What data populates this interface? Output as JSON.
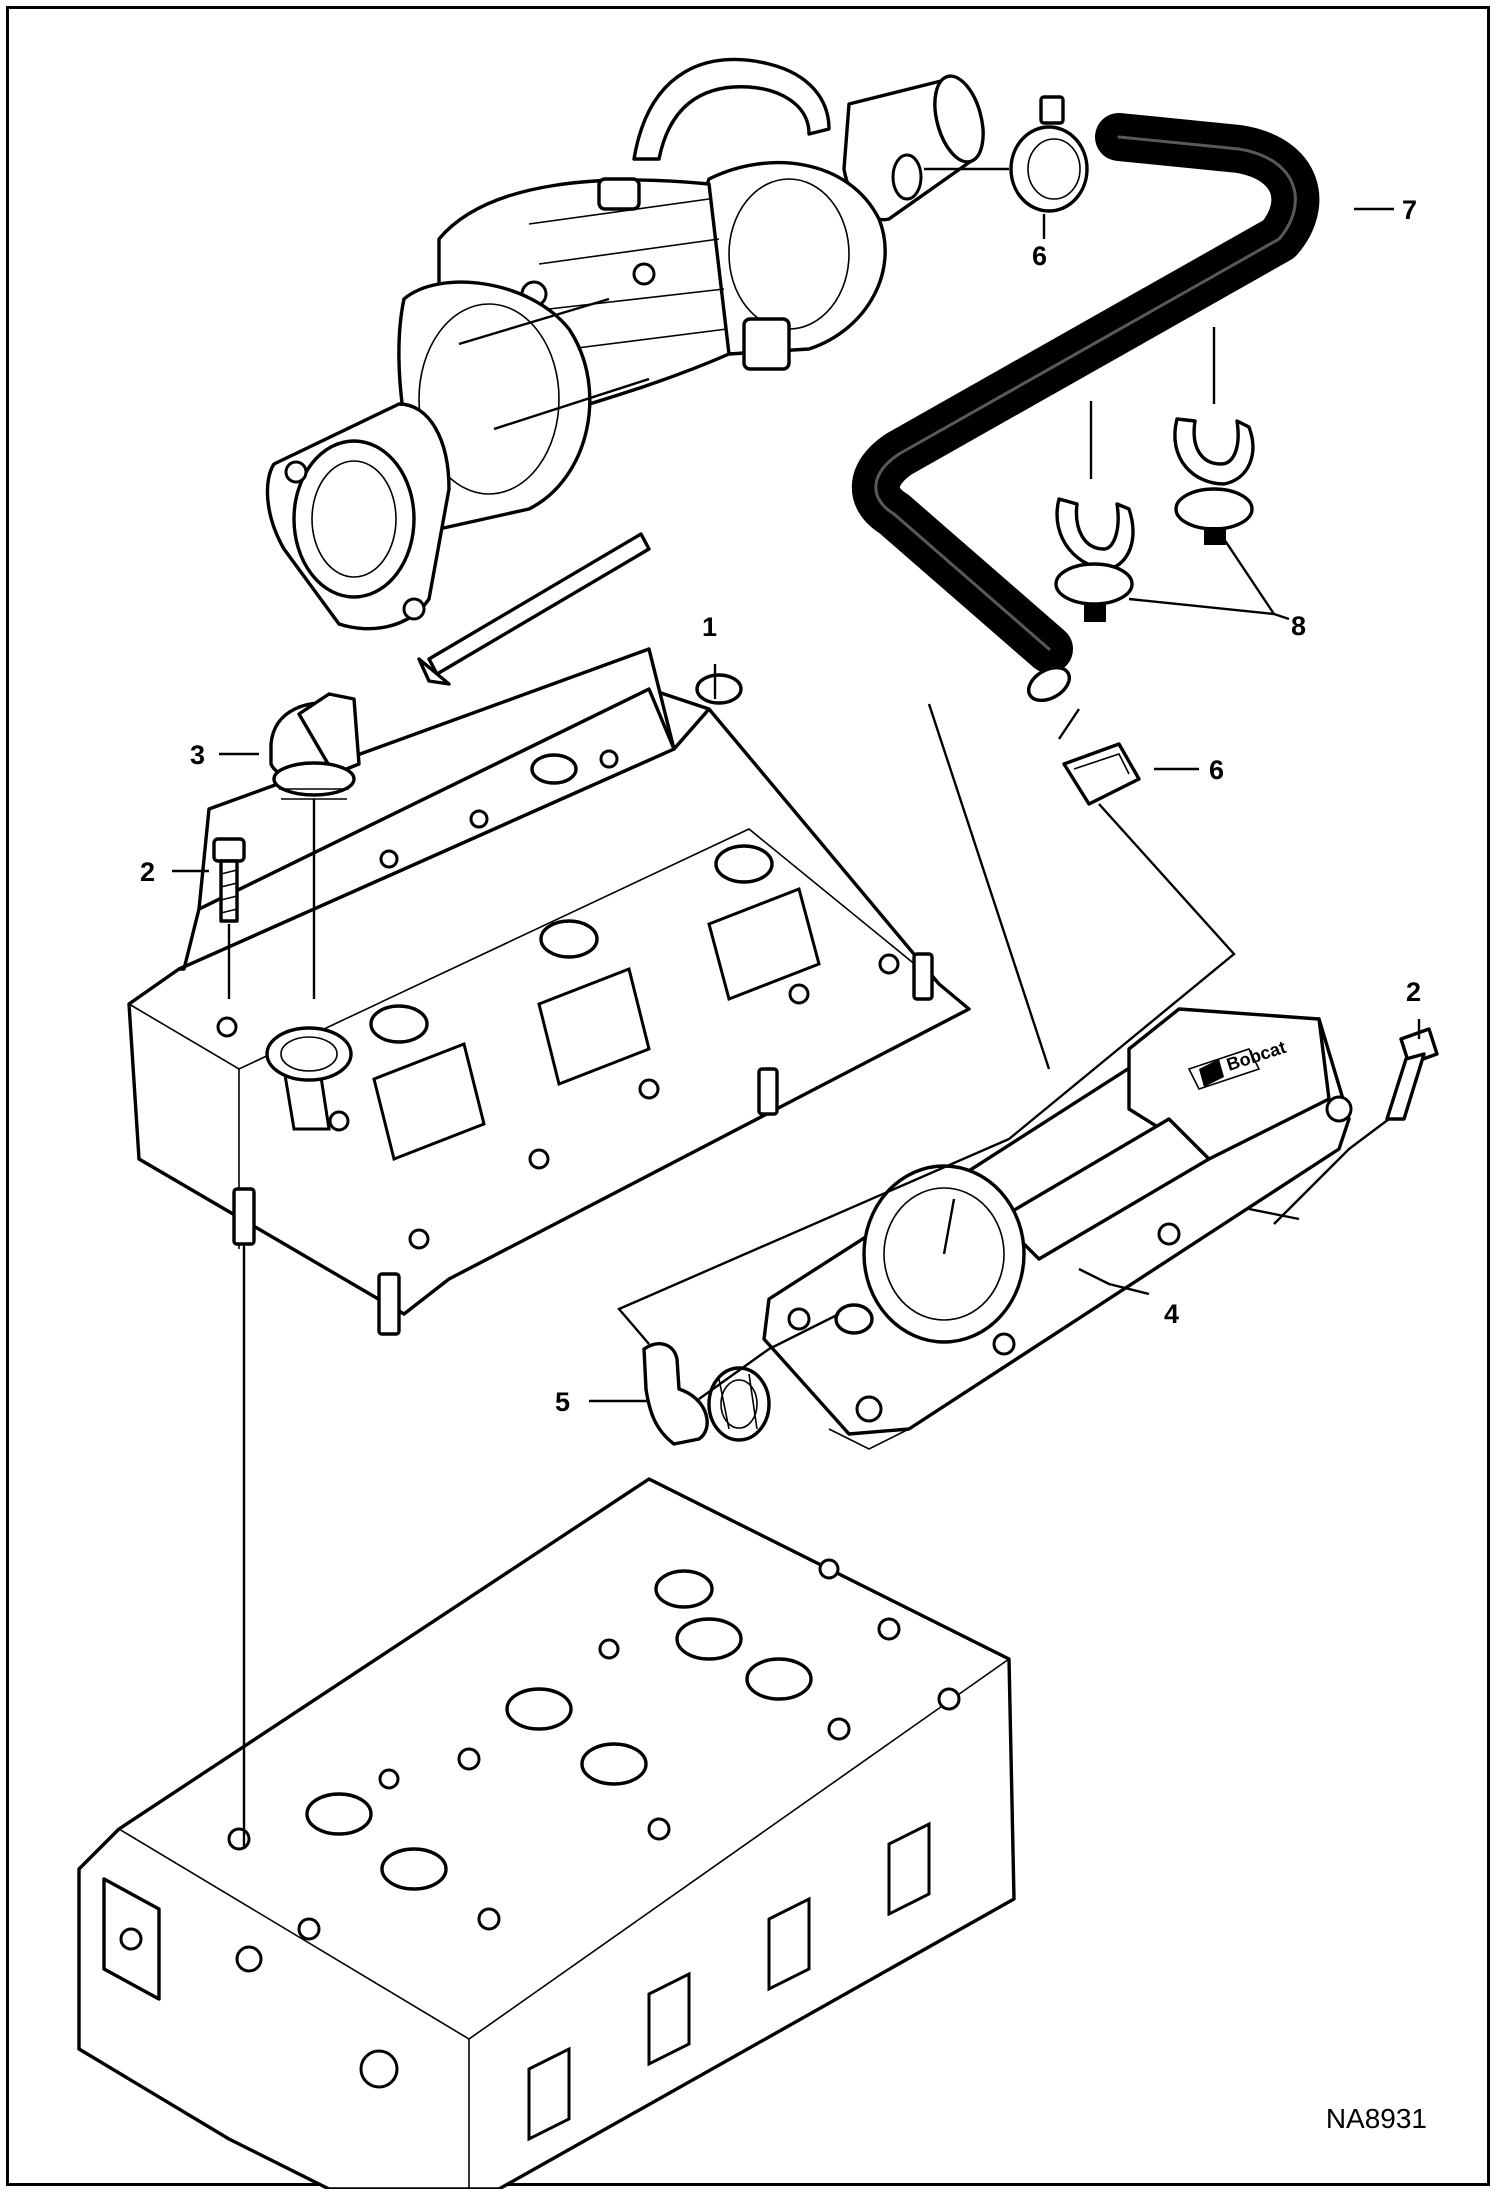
{
  "figure_id": "NA8931",
  "callouts": [
    {
      "label": "1"
    },
    {
      "label": "2"
    },
    {
      "label": "2"
    },
    {
      "label": "3"
    },
    {
      "label": "4"
    },
    {
      "label": "5"
    },
    {
      "label": "6"
    },
    {
      "label": "6"
    },
    {
      "label": "7"
    },
    {
      "label": "8"
    }
  ],
  "logo_text": "Bobcat"
}
